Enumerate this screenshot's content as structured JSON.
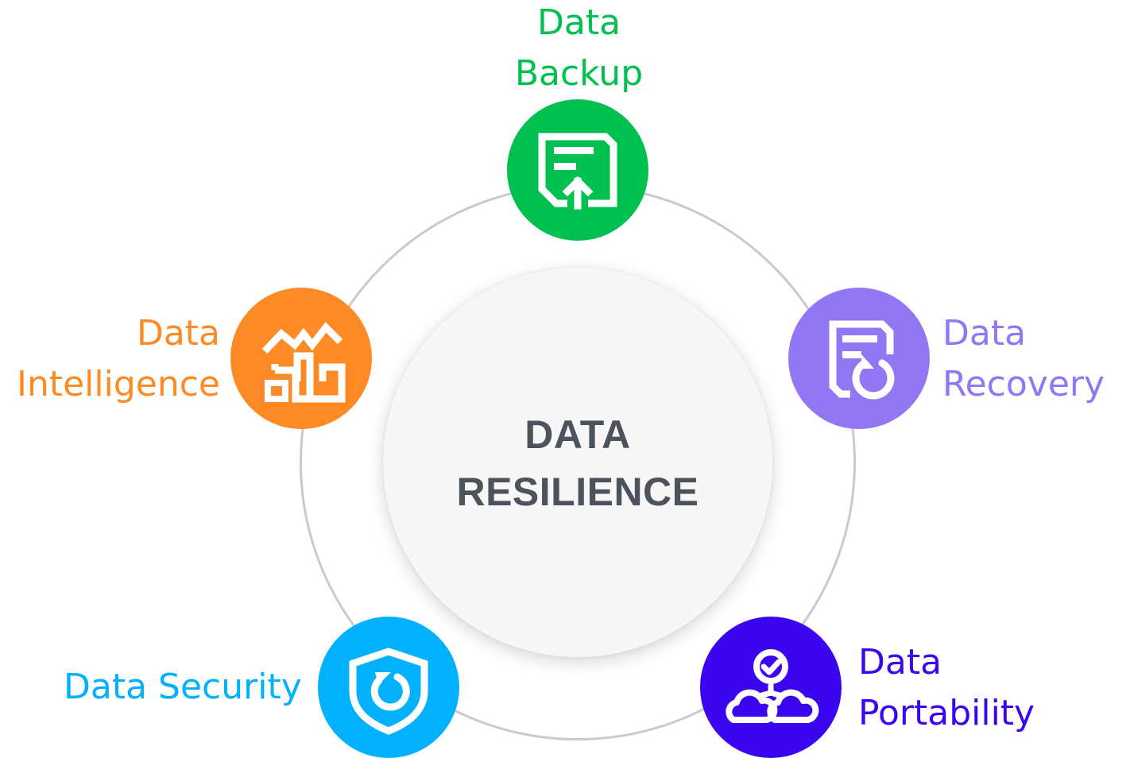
{
  "center": {
    "line1": "DATA",
    "line2": "RESILIENCE"
  },
  "nodes": {
    "backup": {
      "line1": "Data",
      "line2": "Backup",
      "color": "#00c14f",
      "icon": "save-upload-icon"
    },
    "recovery": {
      "line1": "Data",
      "line2": "Recovery",
      "color": "#9277f5",
      "icon": "document-restore-icon"
    },
    "portability": {
      "line1": "Data",
      "line2": "Portability",
      "color": "#3b05f0",
      "icon": "cloud-transfer-icon"
    },
    "security": {
      "line1": "Data Security",
      "color": "#02b1fd",
      "icon": "shield-restore-icon"
    },
    "intelligence": {
      "line1": "Data",
      "line2": "Intelligence",
      "color": "#fe8a25",
      "icon": "analytics-chart-icon"
    }
  }
}
